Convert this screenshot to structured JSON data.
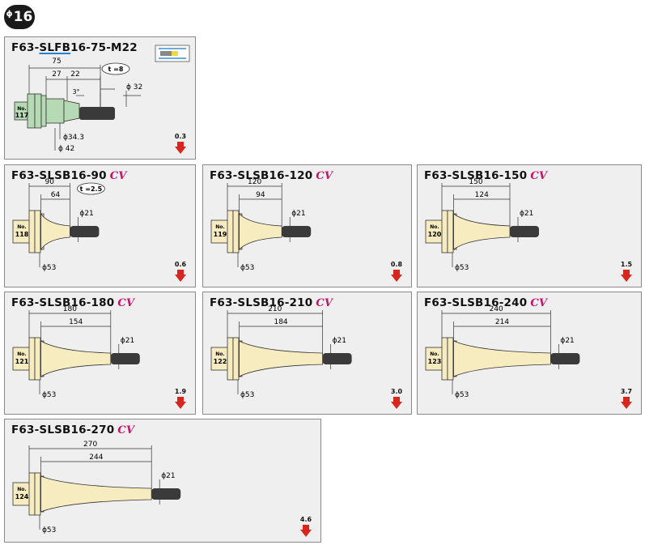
{
  "section": {
    "phi": "ϕ",
    "number": "16"
  },
  "cards": [
    {
      "id": "c117",
      "title_prefix": "F63-",
      "title_ul": "SLFB",
      "title_rest": "16-75-M22",
      "cv": "",
      "no": "117",
      "dims": {
        "overall": "75",
        "d1": "27",
        "d2": "22",
        "angle": "3°",
        "t": "t =8",
        "dia_tip": "ϕ 32",
        "dia_mid": "ϕ34.3",
        "dia_base": "ϕ 42"
      },
      "weight": "0.3"
    },
    {
      "id": "c118",
      "title": "F63-SLSB16-90",
      "cv": "CV",
      "no": "118",
      "dims": {
        "overall": "90",
        "body": "64",
        "t": "t =2.5",
        "dia_tip": "ϕ21",
        "dia_base": "ϕ53"
      },
      "weight": "0.6"
    },
    {
      "id": "c119",
      "title": "F63-SLSB16-120",
      "cv": "CV",
      "no": "119",
      "dims": {
        "overall": "120",
        "body": "94",
        "dia_tip": "ϕ21",
        "dia_base": "ϕ53"
      },
      "weight": "0.8"
    },
    {
      "id": "c120",
      "title": "F63-SLSB16-150",
      "cv": "CV",
      "no": "120",
      "dims": {
        "overall": "150",
        "body": "124",
        "dia_tip": "ϕ21",
        "dia_base": "ϕ53"
      },
      "weight": "1.5"
    },
    {
      "id": "c121",
      "title": "F63-SLSB16-180",
      "cv": "CV",
      "no": "121",
      "dims": {
        "overall": "180",
        "body": "154",
        "dia_tip": "ϕ21",
        "dia_base": "ϕ53"
      },
      "weight": "1.9"
    },
    {
      "id": "c122",
      "title": "F63-SLSB16-210",
      "cv": "CV",
      "no": "122",
      "dims": {
        "overall": "210",
        "body": "184",
        "dia_tip": "ϕ21",
        "dia_base": "ϕ53"
      },
      "weight": "3.0"
    },
    {
      "id": "c123",
      "title": "F63-SLSB16-240",
      "cv": "CV",
      "no": "123",
      "dims": {
        "overall": "240",
        "body": "214",
        "dia_tip": "ϕ21",
        "dia_base": "ϕ53"
      },
      "weight": "3.7"
    },
    {
      "id": "c124",
      "title": "F63-SLSB16-270",
      "cv": "CV",
      "no": "124",
      "dims": {
        "overall": "270",
        "body": "244",
        "dia_tip": "ϕ21",
        "dia_base": "ϕ53"
      },
      "weight": "4.6"
    }
  ],
  "no_label": "No.",
  "colors": {
    "cream": "#f7ebc0",
    "green": "#b6dab3",
    "shank": "#3a3a3a",
    "arrow": "#d7261e",
    "cv": "#c4126a"
  }
}
